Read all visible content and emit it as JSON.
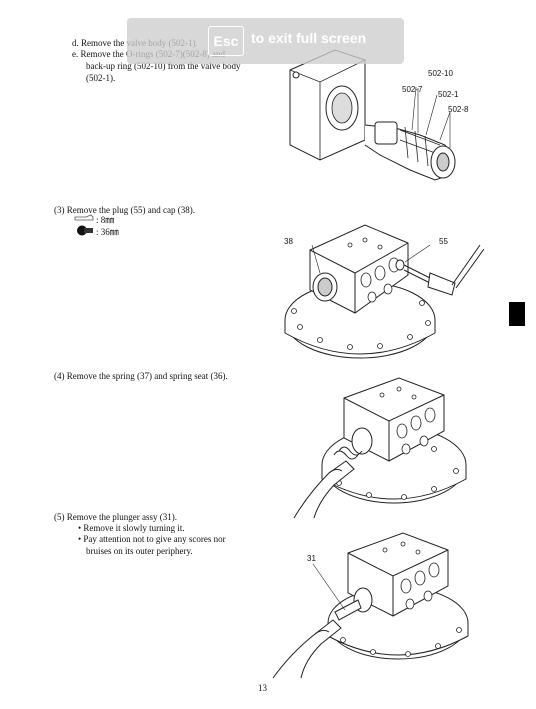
{
  "overlay": {
    "key": "Esc",
    "message": "to exit full screen"
  },
  "step2": {
    "d": "d.  Remove the valve body (502-1).",
    "e1": "e.  Remove the O-rings (502-7)(502-8) and",
    "e2": "back-up ring (502-10) from the valve body",
    "e3": "(502-1).",
    "callouts": [
      "502-10",
      "502-7",
      "502-1",
      "502-8"
    ]
  },
  "step3": {
    "title": "(3)   Remove the plug (55) and cap (38).",
    "tool1": ": 8㎜",
    "tool2": ": 36㎜",
    "callouts": [
      "38",
      "55"
    ]
  },
  "step4": {
    "title": "(4)   Remove the spring (37) and spring seat (36)."
  },
  "step5": {
    "title": "(5)   Remove the plunger assy (31).",
    "b1": "Remove it slowly turning it.",
    "b2a": "Pay attention not to give any scores nor",
    "b2b": "bruises on its outer periphery.",
    "callouts": [
      "31"
    ]
  },
  "page_number": "13"
}
